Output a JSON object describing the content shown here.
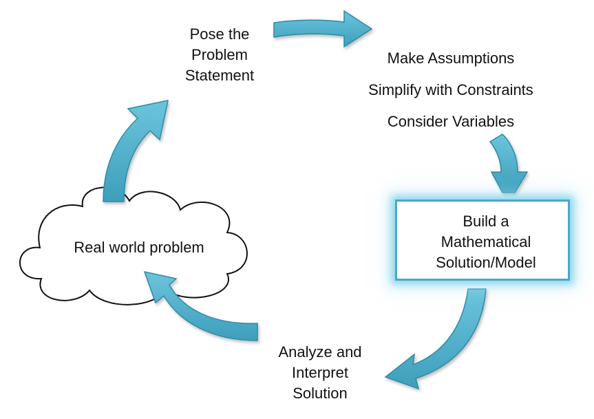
{
  "colors": {
    "arrow_fill": "#4aafca",
    "arrow_stroke": "#2e8aa6",
    "box_border": "#4aa9c4",
    "box_glow": "#8fd6ee",
    "cloud_fill": "#ffffff",
    "cloud_stroke": "#111111"
  },
  "nodes": {
    "pose": [
      "Pose the",
      "Problem",
      "Statement"
    ],
    "assumptions": [
      "Make Assumptions",
      "Simplify with Constraints",
      "Consider Variables"
    ],
    "model": [
      "Build a",
      "Mathematical",
      "Solution/Model"
    ],
    "analyze": [
      "Analyze and",
      "Interpret",
      "Solution"
    ],
    "real_world": "Real world problem"
  },
  "arrows": [
    {
      "name": "pose-to-assumptions",
      "from": "pose",
      "to": "assumptions",
      "icon": "curved-arrow-icon"
    },
    {
      "name": "assumptions-to-model",
      "from": "assumptions",
      "to": "model",
      "icon": "curved-arrow-icon"
    },
    {
      "name": "model-to-analyze",
      "from": "model",
      "to": "analyze",
      "icon": "curved-arrow-icon"
    },
    {
      "name": "analyze-to-real-world",
      "from": "analyze",
      "to": "real_world",
      "icon": "curved-arrow-icon"
    },
    {
      "name": "real-world-to-pose",
      "from": "real_world",
      "to": "pose",
      "icon": "curved-arrow-icon"
    }
  ]
}
